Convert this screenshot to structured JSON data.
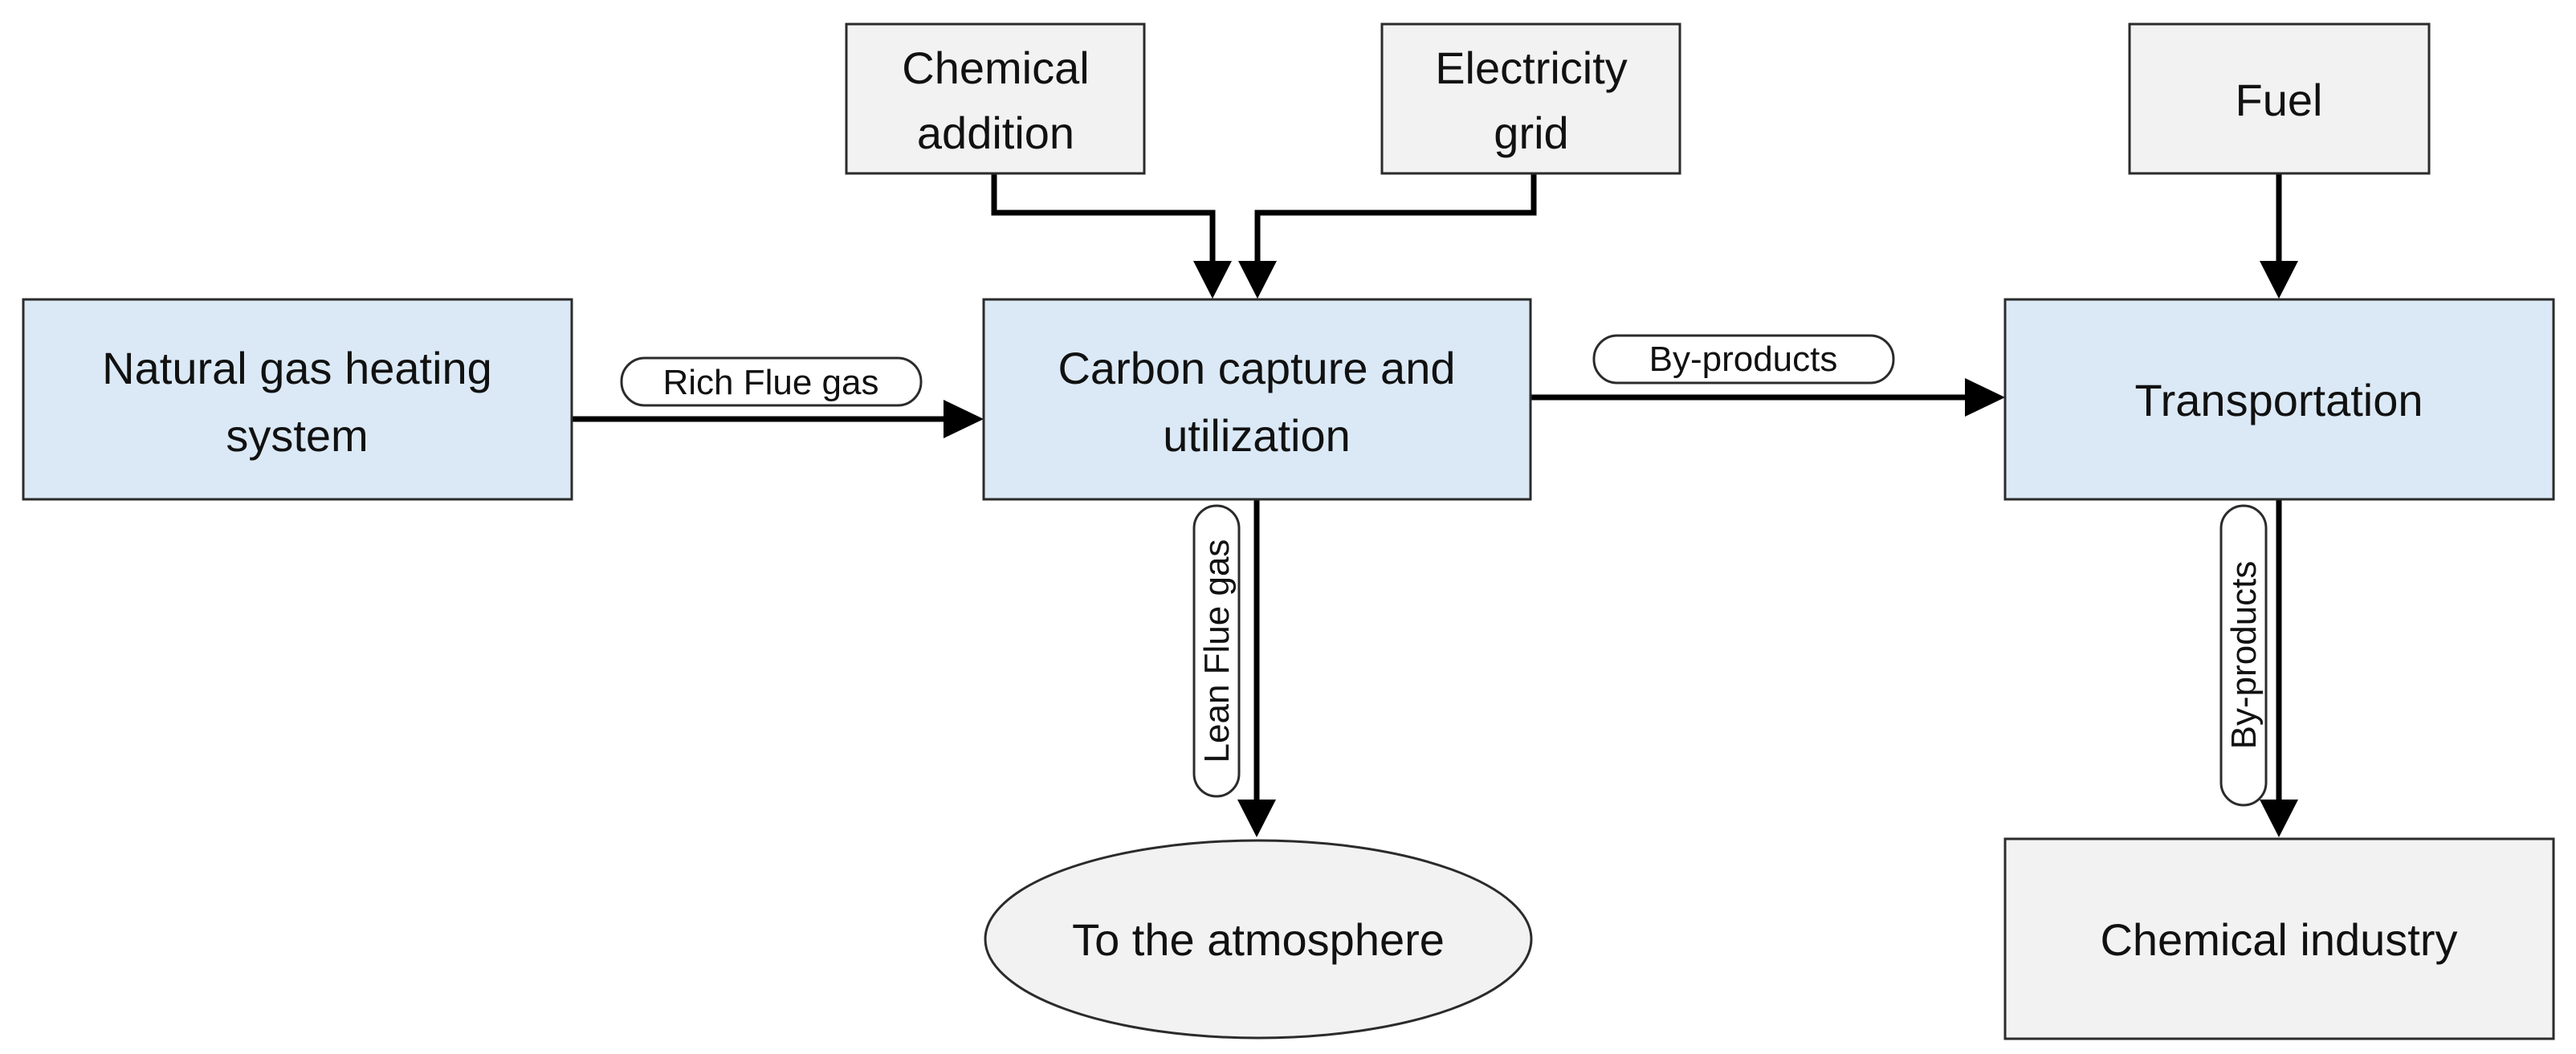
{
  "nodes": {
    "natural_gas": {
      "line1": "Natural gas heating",
      "line2": "system"
    },
    "carbon_capture": {
      "line1": "Carbon capture and",
      "line2": "utilization"
    },
    "transportation": {
      "label": "Transportation"
    },
    "chemical_addition": {
      "line1": "Chemical",
      "line2": "addition"
    },
    "electricity_grid": {
      "line1": "Electricity",
      "line2": "grid"
    },
    "fuel": {
      "label": "Fuel"
    },
    "atmosphere": {
      "label": "To the atmosphere"
    },
    "chemical_industry": {
      "label": "Chemical industry"
    }
  },
  "edges": {
    "rich_flue_gas": "Rich Flue gas",
    "by_products_horizontal": "By-products",
    "lean_flue_gas": "Lean Flue gas",
    "by_products_vertical": "By-products"
  },
  "colors": {
    "process_box": "#dbe9f6",
    "source_box": "#f2f2f2",
    "stroke": "#2b2b2b"
  }
}
